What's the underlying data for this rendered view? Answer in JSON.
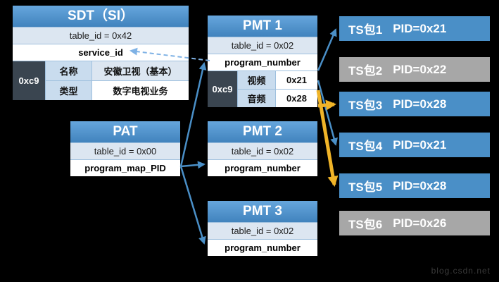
{
  "colors": {
    "accent_blue": "#4a8fc7",
    "inactive_gray": "#a7a7a7",
    "highlight_yellow": "#f0b428",
    "row_light_blue": "#dce6f1",
    "dark_cell": "#3a4550"
  },
  "sdt": {
    "title": "SDT（SI）",
    "table_id": "table_id = 0x42",
    "service_id": "service_id",
    "service_number": "0xc9",
    "rows": [
      {
        "label": "名称",
        "value": "安徽卫视（基本）"
      },
      {
        "label": "类型",
        "value": "数字电视业务"
      }
    ]
  },
  "pat": {
    "title": "PAT",
    "table_id": "table_id = 0x00",
    "program_map_pid": "program_map_PID"
  },
  "pmt1": {
    "title": "PMT 1",
    "table_id": "table_id = 0x02",
    "program_number": "program_number",
    "service_number": "0xc9",
    "streams": [
      {
        "type": "视频",
        "pid": "0x21"
      },
      {
        "type": "音频",
        "pid": "0x28"
      }
    ]
  },
  "pmt2": {
    "title": "PMT 2",
    "table_id": "table_id = 0x02",
    "program_number": "program_number"
  },
  "pmt3": {
    "title": "PMT 3",
    "table_id": "table_id = 0x02",
    "program_number": "program_number"
  },
  "ts_packets": [
    {
      "name": "TS包1",
      "pid": "PID=0x21",
      "state": "active"
    },
    {
      "name": "TS包2",
      "pid": "PID=0x22",
      "state": "inactive"
    },
    {
      "name": "TS包3",
      "pid": "PID=0x28",
      "state": "active"
    },
    {
      "name": "TS包4",
      "pid": "PID=0x21",
      "state": "active"
    },
    {
      "name": "TS包5",
      "pid": "PID=0x28",
      "state": "active"
    },
    {
      "name": "TS包6",
      "pid": "PID=0x26",
      "state": "inactive"
    }
  ],
  "watermark": "blog.csdn.net"
}
